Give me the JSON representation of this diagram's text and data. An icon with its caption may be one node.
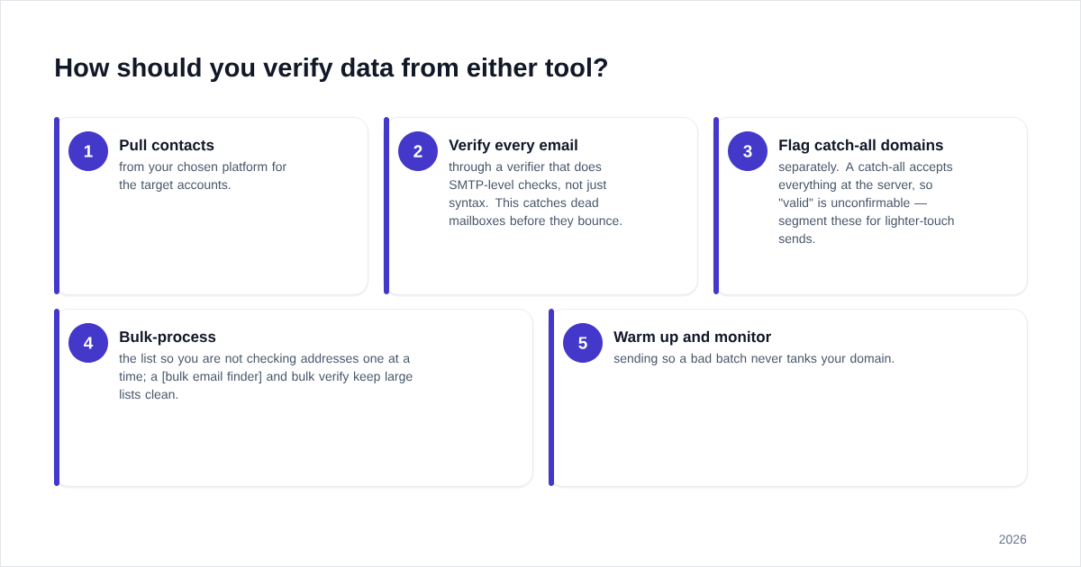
{
  "diagram": {
    "title": "How should you verify data from either tool?",
    "nodes": [
      {
        "text": [
          "Pull contacts",
          "from your chosen platform for the target accounts."
        ]
      },
      {
        "text": [
          "1"
        ],
        "in": 0
      },
      {
        "text": [
          "Verify every email",
          "through a verifier that does SMTP-level checks, not just syntax. This catches dead mailboxes before they bounce."
        ]
      },
      {
        "text": [
          "2"
        ],
        "in": 2
      },
      {
        "text": [
          "Flag catch-all domains",
          "separately. A catch-all accepts everything at the server, so \"valid\" is unconfirmable — segment these for lighter-touch sends."
        ]
      },
      {
        "text": [
          "3"
        ],
        "in": 4
      },
      {
        "text": [
          "Bulk-process",
          "the list so you are not checking addresses one at a time; a [bulk email finder] and bulk verify keep large lists clean."
        ]
      },
      {
        "text": [
          "4"
        ],
        "in": 6
      },
      {
        "text": [
          "Warm up and monitor",
          "sending so a bad batch never tanks your domain."
        ]
      },
      {
        "text": [
          "5"
        ],
        "in": 8
      }
    ],
    "labels": [
      "2026"
    ]
  }
}
